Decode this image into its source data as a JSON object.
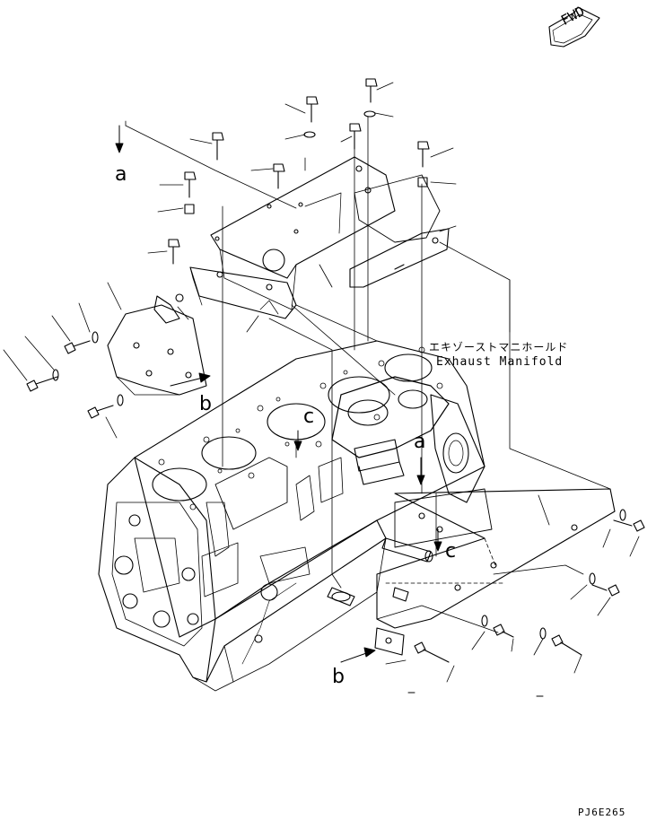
{
  "direction_badge": {
    "text": "FWD"
  },
  "callout_letters": {
    "a_top": "a",
    "a_right": "a",
    "b_left": "b",
    "b_bottom": "b",
    "c_center": "c",
    "c_right": "c"
  },
  "exhaust_label": {
    "japanese": "エキゾーストマニホールド",
    "english": "Exhaust Manifold"
  },
  "figure_code": "PJ6E265",
  "colors": {
    "ink": "#000000",
    "paper": "#ffffff"
  }
}
